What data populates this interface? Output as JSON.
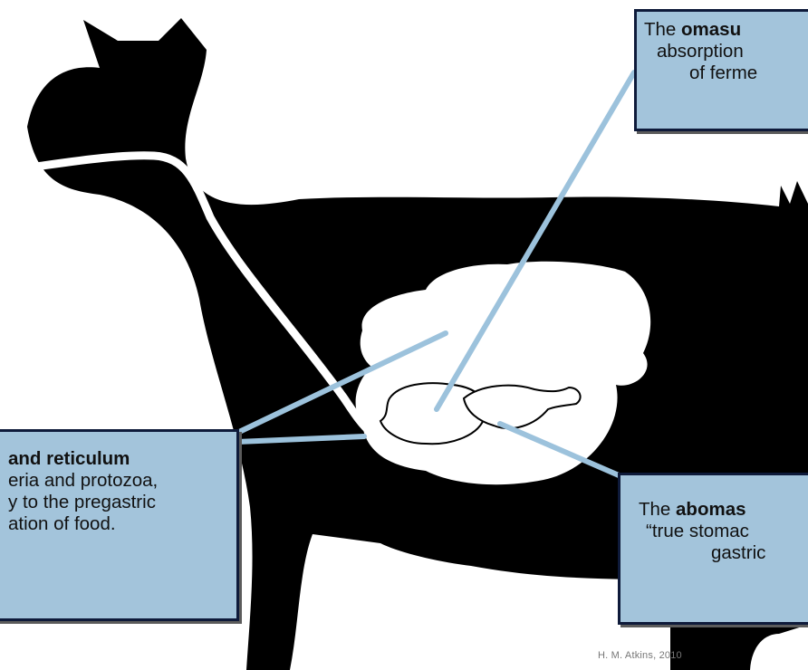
{
  "callouts": {
    "omasum": {
      "pre": "The ",
      "bold": "omasu",
      "post": "",
      "line2": "absorption",
      "line3": "of ferme"
    },
    "rumen": {
      "pre": "",
      "bold": "and reticulum",
      "post": "",
      "line2": "eria and protozoa,",
      "line3": "y to the pregastric",
      "line4": "ation of food."
    },
    "abomasum": {
      "pre": "The ",
      "bold": "abomas",
      "post": "",
      "line2": "“true stomac",
      "line3": "gastric"
    }
  },
  "credit": "H. M. Atkins, 2010",
  "colors": {
    "silhouette": "#000000",
    "organ": "#ffffff",
    "callout_fill": "#a3c4db",
    "callout_border": "#0e1a3a",
    "pointer": "#9cc2dc"
  }
}
